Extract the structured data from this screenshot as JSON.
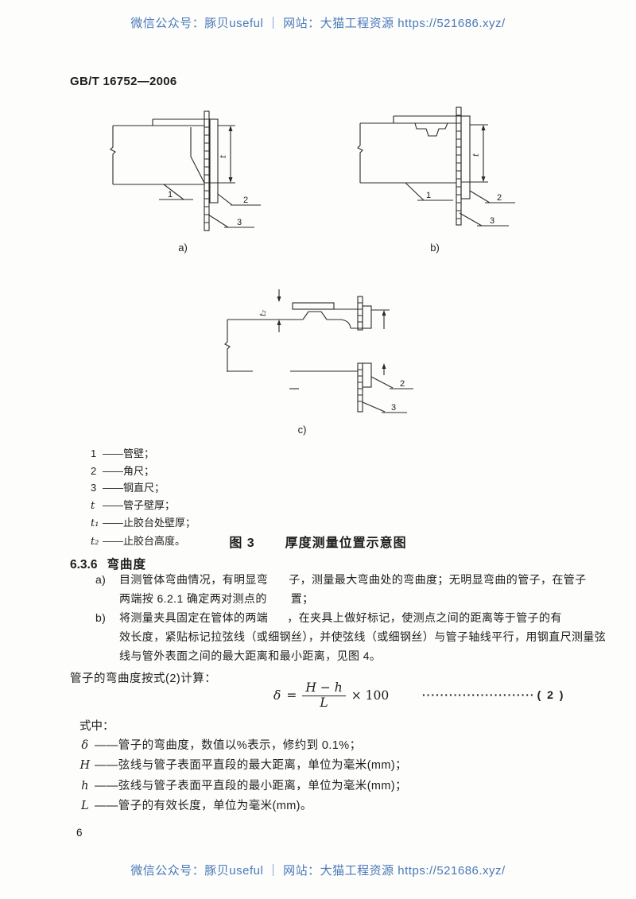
{
  "watermark": {
    "text": "微信公众号：豚贝useful ｜ 网站：大猫工程资源 https://521686.xyz/",
    "color": "#4a79b8"
  },
  "page": {
    "standard_code": "GB/T 16752—2006",
    "page_number": "6"
  },
  "figure": {
    "caption_label": "图 3",
    "caption_title": "厚度测量位置示意图",
    "sub_a": "a)",
    "sub_b": "b)",
    "sub_c": "c)",
    "labels": {
      "n1": "1",
      "n2": "2",
      "n3": "3",
      "t": "t",
      "t2": "t₂"
    },
    "legend": [
      {
        "sym": "1",
        "rest": "——管壁；"
      },
      {
        "sym": "2",
        "rest": "——角尺；"
      },
      {
        "sym": "3",
        "rest": "——钢直尺；"
      },
      {
        "sym": "t",
        "rest": "——管子壁厚；"
      },
      {
        "sym": "t₁",
        "rest": "——止胶台处壁厚；"
      },
      {
        "sym": "t₂",
        "rest": "——止胶台高度。"
      }
    ]
  },
  "section": {
    "heading_number": "6.3.6",
    "heading_title": "弯曲度",
    "item_a": {
      "marker": "a)",
      "line1_left": "目测管体弯曲情况，有明显弯",
      "line1_right": "子，测量最大弯曲处的弯曲度；无明显弯曲的管子，在管子",
      "line2_left": "两端按 6.2.1 确定两对测点的",
      "line2_right": "置；"
    },
    "item_b": {
      "marker": "b)",
      "line1_left": "将测量夹具固定在管体的两端",
      "line1_right": "，在夹具上做好标记，使测点之间的距离等于管子的有",
      "line2": "效长度，紧贴标记拉弦线（或细钢丝），并使弦线（或细钢丝）与管子轴线平行，用钢直尺测量弦",
      "line3": "线与管外表面之间的最大距离和最小距离，见图 4。"
    },
    "calc_intro": "管子的弯曲度按式(2)计算："
  },
  "formula": {
    "lhs": "δ",
    "equals": "=",
    "numerator": "H − h",
    "denominator": "L",
    "times": "× 100",
    "dots": "·························",
    "number": "( 2 )"
  },
  "where": {
    "label": "式中：",
    "items": [
      {
        "sym": "δ",
        "rest": "——管子的弯曲度，数值以%表示，修约到 0.1%；"
      },
      {
        "sym": "H",
        "rest": "——弦线与管子表面平直段的最大距离，单位为毫米(mm)；"
      },
      {
        "sym": "h",
        "rest": "——弦线与管子表面平直段的最小距离，单位为毫米(mm)；"
      },
      {
        "sym": "L",
        "rest": "——管子的有效长度，单位为毫米(mm)。"
      }
    ]
  }
}
